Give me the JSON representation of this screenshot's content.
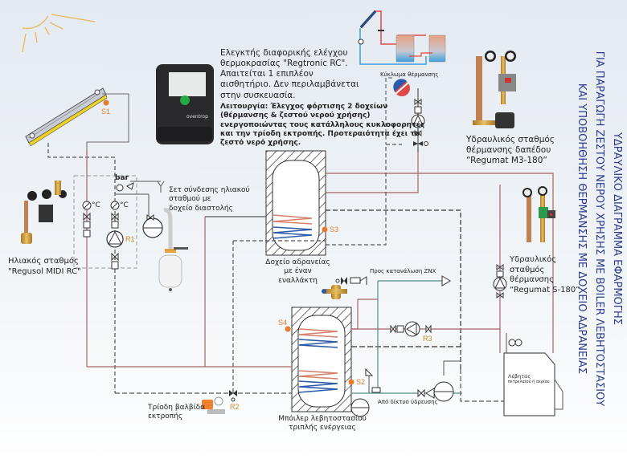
{
  "title": {
    "line1": "ΥΔΡΑΥΛΙΚΟ ΔΙΑΓΡΑΜΜΑ ΕΦΑΡΜΟΓΗΣ",
    "line2": "ΓΙΑ ΠΑΡΑΓΩΓΗ ΖΕΣΤΟΥ ΝΕΡΟΥ ΧΡΗΣΗΣ ΜΕ BOILER ΛΕΒΗΤΟΣΤΑΣΙΟΥ",
    "line3": "ΚΑΙ ΥΠΟΒΟΗΘΗΣΗ ΘΕΡΜΑΝΣΗΣ ΜΕ ΔΟΧΕΙΟ ΑΔΡΑΝΕΙΑΣ"
  },
  "controller": {
    "brand": "oventrop",
    "desc": [
      "Ελεγκτής διαφορικής ελέγχου",
      "θερμοκρασίας \"Regtronic RC\".",
      "Απαιτείται 1 επιπλέον",
      "αισθητήριο. Δεν περιλαμβάνεται",
      "στην συσκευασία."
    ],
    "function": [
      "Λειτουργία: Έλεγχος φόρτισης 2 δοχείων",
      "(θέρμανσης & ζεστού νερού χρήσης)",
      "ενεργοποιώντας τους κατάλληλους κυκλοφορητές",
      "και την τρίοδη εκτροπής. Προτεραιότητα έχει το",
      "ζεστό νερό χρήσης."
    ]
  },
  "heating_circuit": {
    "label": "Κύκλωμα θέρμανσης"
  },
  "stations": {
    "floor": {
      "lines": [
        "Υδραυλικός σταθμός",
        "θέρμανσης δαπέδου",
        "“Regumat M3-180”"
      ]
    },
    "heating": {
      "lines": [
        "Υδραυλικός",
        "σταθμός",
        "θέρμανσης",
        "“Regumat S-180”"
      ]
    },
    "solar": {
      "lines": [
        "Ηλιακός σταθμός",
        "\"Regusol MIDI RC\""
      ]
    }
  },
  "expansion": {
    "lines": [
      "Σετ σύνδεσης ηλιακού",
      "σταθμού με",
      "δοχείο διαστολής"
    ]
  },
  "buffer_tank": {
    "lines": [
      "Δοχείο αδρανείας",
      "με έναν εναλλάκτη"
    ]
  },
  "boiler_tank": {
    "lines": [
      "Μπόιλερ λεβητοστασίου",
      "τριπλής ενέργειας"
    ]
  },
  "boiler": {
    "name": "Λέβητας",
    "type": "πετρελαίου ή αερίου"
  },
  "dhw_label": "Προς κατανάλωση ΖΝΧ",
  "supply_label": "Από δίκτυο ύδρευσης",
  "valve_label": [
    "Τρίοδη βαλβίδα",
    "εκτροπής"
  ],
  "units": {
    "celsius": "°C",
    "bar": "bar"
  },
  "sensors": {
    "s1": "S1",
    "s2": "S2",
    "s3": "S3",
    "s4": "S4"
  },
  "pumps": {
    "r1": "R1",
    "r2": "R2",
    "r3": "R3"
  },
  "colors": {
    "hot_pipe": "#a86464",
    "cold_pipe": "#3a4a5a",
    "solar_pipe": "#6b6b6b",
    "sensor": "#e67a2e",
    "title": "#2a3a8a",
    "cw_pipe": "#5a8a8a"
  }
}
